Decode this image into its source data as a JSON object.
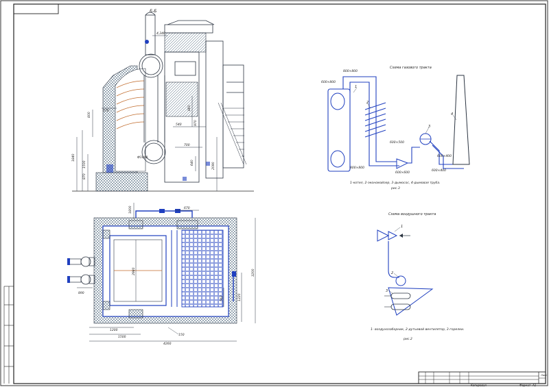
{
  "drawing": {
    "section_label": "Б-Б",
    "section_dims": {
      "d4340": "4,340",
      "d800": "800",
      "d570": "570",
      "d860": "860",
      "d540": "540",
      "d970": "970",
      "d700": "700",
      "d640": "640",
      "d2090": "2090",
      "d1500": "1500",
      "d1840": "1840",
      "d870": "870",
      "phi1000": "Ф1000"
    },
    "plan_dims": {
      "d1800": "1800",
      "d670": "670",
      "d2980": "2980",
      "d3200": "3200",
      "d1220": "1220",
      "d890": "890",
      "d562": "562",
      "d1200": "1200",
      "d1500": "1500",
      "d4260": "4260",
      "d150": "150"
    },
    "gas_scheme": {
      "title": "Схема газового тракта",
      "d800x800_top": "800×800",
      "d600x800": "600×800",
      "d600x500": "600×500",
      "d800x800_bottom": "800×800",
      "d600x600": "600×600",
      "d600x400_a": "600×400",
      "d600x400_b": "600×400",
      "n1": "1",
      "n2": "2",
      "n3": "3",
      "n4": "4",
      "caption": "1-котел, 2-экономайзер, 3-дымосос, 4-дымовая труба.",
      "fig": "рис.3"
    },
    "air_scheme": {
      "title": "Схема воздушного тракта",
      "n1": "1",
      "n2": "2",
      "n3": "3",
      "caption": "1- воздухозаборник, 2-дутьевой вентилятор, 3-горелки.",
      "fig": "рис.2"
    },
    "title_block": {
      "format_label": "Формат",
      "format_value": "А1",
      "copied_label": "Копировал",
      "sheet_label": "Лист"
    }
  }
}
